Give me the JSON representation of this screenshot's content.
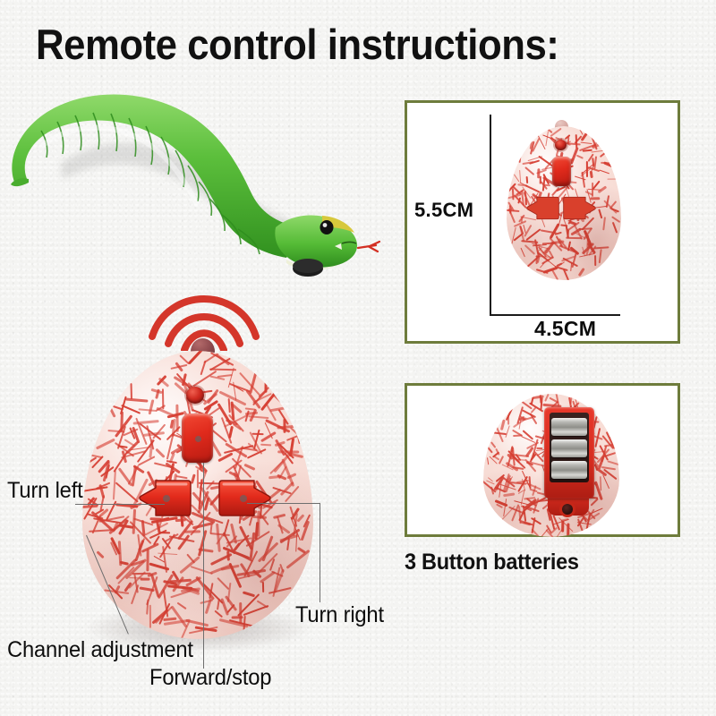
{
  "page": {
    "title": "Remote control instructions:",
    "background_color": "#f4f4f2"
  },
  "colors": {
    "panel_border": "#6e7c3c",
    "button_red": "#d52b1e",
    "signal_red": "#d4362a",
    "egg_base": "#f7dcd5",
    "crackle_red": "#d4362a",
    "snake_green": "#5cbf3c",
    "snake_head_yellow": "#d7c83c",
    "text_black": "#0d0d0d",
    "leader_line": "#6e6e6e"
  },
  "product": {
    "snake": {
      "name": "rc-snake-toy",
      "body_color": "#5cbf3c",
      "eye_color": "#111111",
      "tongue_color": "#d32f22"
    },
    "remote": {
      "name": "egg-shaped-remote",
      "signal_arcs": 3,
      "buttons": [
        {
          "id": "led",
          "label": "indicator-led"
        },
        {
          "id": "center",
          "label": "Forward/stop"
        },
        {
          "id": "left",
          "label": "Turn left"
        },
        {
          "id": "right",
          "label": "Turn right"
        }
      ]
    }
  },
  "callouts": [
    {
      "id": "turn-left",
      "label": "Turn left"
    },
    {
      "id": "turn-right",
      "label": "Turn right"
    },
    {
      "id": "channel-adjustment",
      "label": "Channel adjustment"
    },
    {
      "id": "forward-stop",
      "label": "Forward/stop"
    }
  ],
  "dimension_panel": {
    "height_label": "5.5CM",
    "width_label": "4.5CM"
  },
  "battery_panel": {
    "caption": "3 Button batteries",
    "cell_count": 3
  }
}
